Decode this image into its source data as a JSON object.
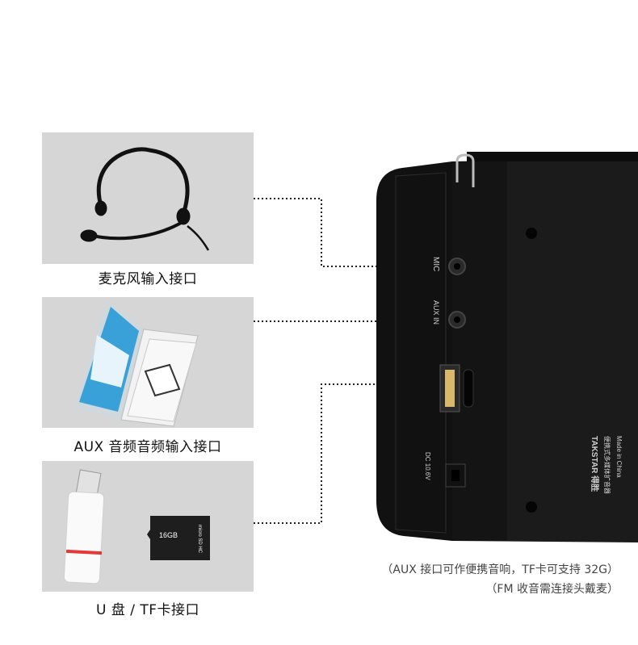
{
  "labels": {
    "mic_port": "麦克风输入接口",
    "aux_port": "AUX 音频音频输入接口",
    "usb_tf_port": "U 盘 / TF卡接口"
  },
  "device_text": {
    "mic": "MIC",
    "aux_in": "AUX IN",
    "dc": "DC 10.6V",
    "brand": "TAKSTAR 得胜",
    "subtitle": "便携式多媒体扩音器",
    "made_in": "Made in China"
  },
  "sd_card": {
    "capacity": "16GB",
    "brand": "micro SD HC"
  },
  "notes": {
    "line1": "（AUX 接口可作便携音响，TF卡可支持 32G）",
    "line2": "（FM 收音需连接头戴麦）"
  },
  "colors": {
    "panel_bg": "#d6d6d6",
    "device_body": "#1a1a1a",
    "dotted_line": "#222222"
  }
}
